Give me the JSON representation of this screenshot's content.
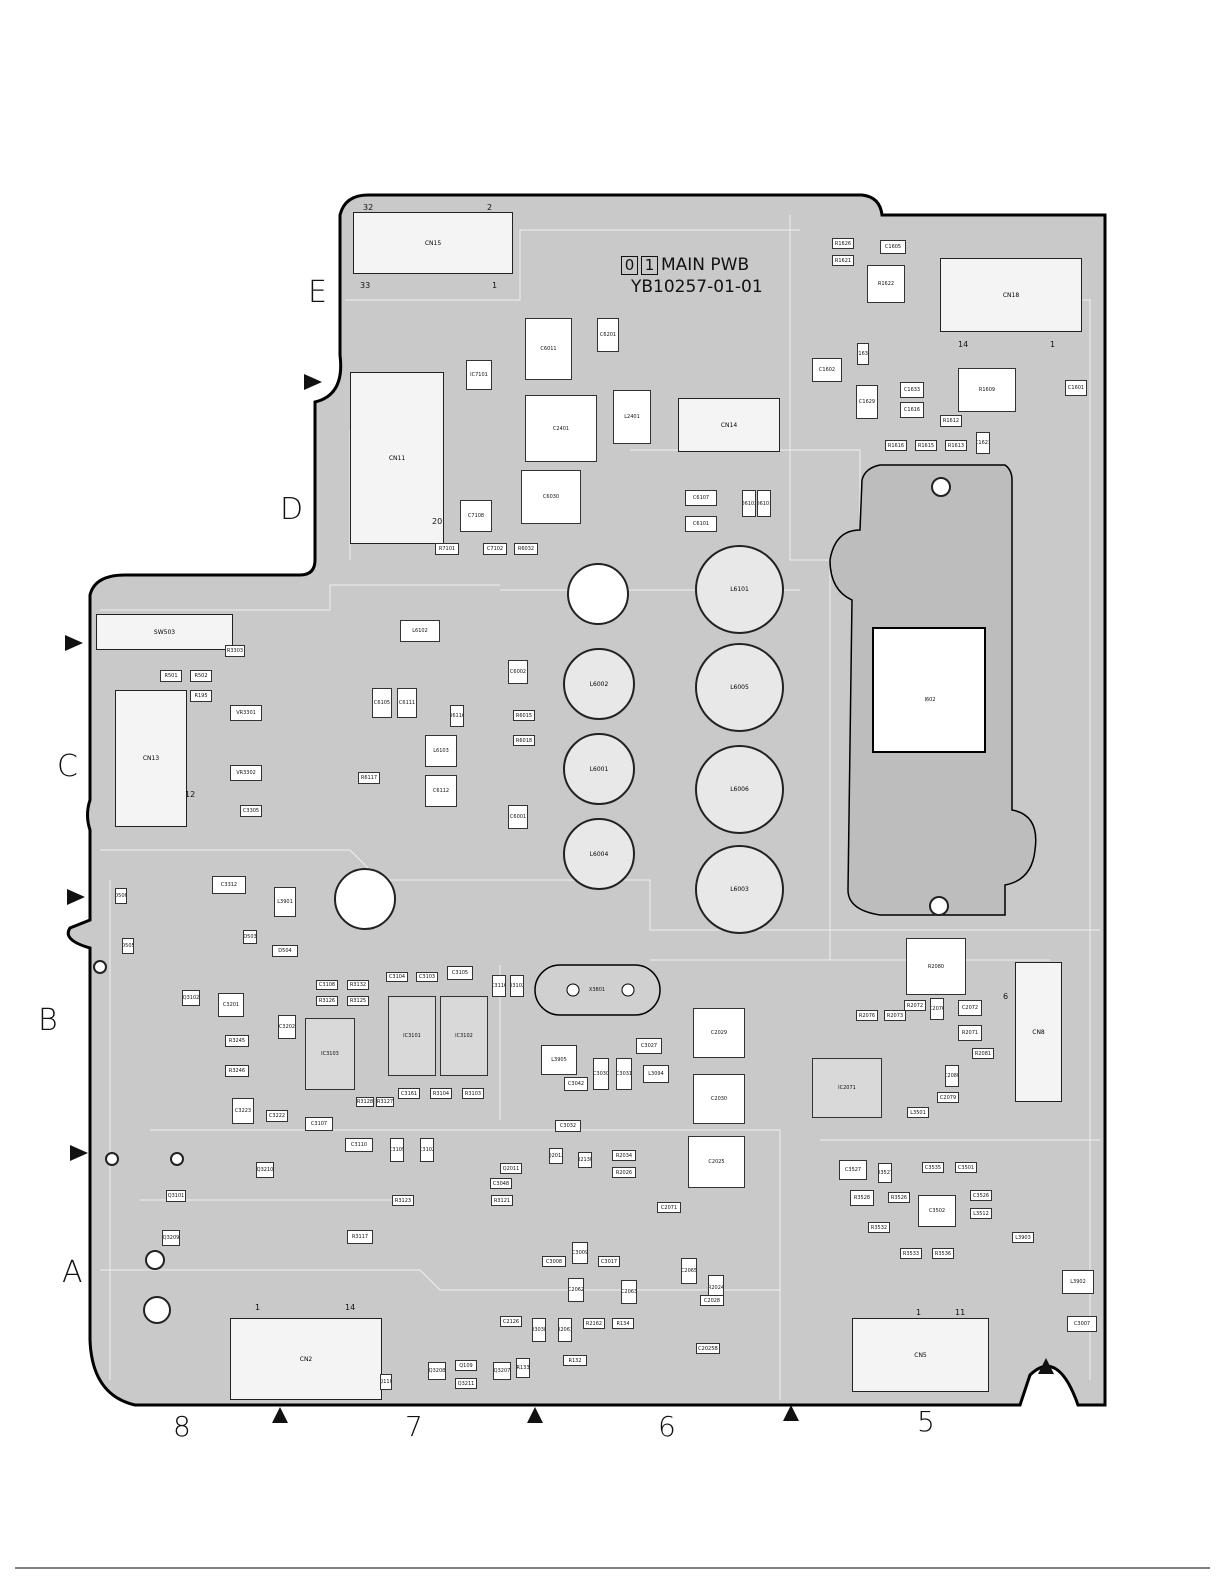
{
  "board": {
    "title_prefix_boxes": [
      "0",
      "1"
    ],
    "title": "MAIN PWB",
    "part_number": "YB10257-01-01",
    "row_labels": [
      "E",
      "D",
      "C",
      "B",
      "A"
    ],
    "column_labels": [
      "8",
      "7",
      "6",
      "5"
    ]
  },
  "connectors": {
    "cn15": "CN15",
    "cn15_pin_a": "32",
    "cn15_pin_b": "2",
    "cn15_pin_c": "33",
    "cn15_pin_d": "1",
    "cn11": "CN11",
    "cn11_pin": "20",
    "cn13": "CN13",
    "cn13_pin": "12",
    "cn14": "CN14",
    "cn18": "CN18",
    "cn18_pin_a": "14",
    "cn18_pin_b": "1",
    "cn2": "CN2",
    "cn2_pin_a": "1",
    "cn2_pin_b": "14",
    "cn5": "CN5",
    "cn5_pin_a": "1",
    "cn5_pin_b": "11",
    "cn8": "CN8",
    "cn8_pin": "6",
    "sw503": "SW503",
    "j602": "J602",
    "x3801": "X3801"
  },
  "inductors": {
    "l6002": "L6002",
    "l6001": "L6001",
    "l6004": "L6004",
    "l6101": "L6101",
    "l6005": "L6005",
    "l6006": "L6006",
    "l6003": "L6003"
  },
  "ics": {
    "ic3101": "IC3101",
    "ic3102": "IC3102",
    "ic3103": "IC3103",
    "ic2071": "IC2071",
    "ic7101": "IC7101"
  },
  "parts": [
    "C6011",
    "C6201",
    "C2401",
    "L2401",
    "C6030",
    "C7108",
    "R7101",
    "C7102",
    "R6032",
    "C6107",
    "C6101",
    "D6102",
    "D6101",
    "R1626",
    "C1605",
    "R1621",
    "R1622",
    "C1602",
    "C1632",
    "C1629",
    "C1633",
    "C1616",
    "R1609",
    "C1601",
    "R1612",
    "R1615",
    "R1616",
    "R1613",
    "C1621",
    "L6102",
    "C6105",
    "C6111",
    "L6103",
    "C6112",
    "R6116",
    "R6117",
    "C6002",
    "R6015",
    "R6018",
    "C6001",
    "R501",
    "R502",
    "R195",
    "VR3301",
    "VR3302",
    "R3303",
    "C3305",
    "C3312",
    "L3901",
    "D503",
    "D504",
    "D506",
    "D505",
    "C3201",
    "C3202",
    "R3245",
    "R3246",
    "C3223",
    "C3222",
    "C3107",
    "R3128",
    "R3127",
    "C3161",
    "R3104",
    "R3103",
    "C3108",
    "R3132",
    "R3126",
    "R3125",
    "C3104",
    "C3103",
    "C3105",
    "C3116",
    "R3102",
    "L3905",
    "C3042",
    "C3030",
    "C3031",
    "L3094",
    "C3027",
    "C2029",
    "C2030",
    "C2025",
    "C3032",
    "C3110",
    "C3109",
    "C3102",
    "R3117",
    "R3123",
    "R3121",
    "C3048",
    "Q2011",
    "Q2012",
    "R2130",
    "R2034",
    "R2026",
    "C2071",
    "R2080",
    "R2076",
    "R2073",
    "R2072",
    "C2076",
    "C2072",
    "R2071",
    "R2081",
    "C2080",
    "C2079",
    "L3501",
    "C3527",
    "R3527",
    "C3535",
    "C3501",
    "R3528",
    "R3526",
    "C3526",
    "L3512",
    "C3502",
    "R3532",
    "R3533",
    "R3536",
    "L3903",
    "L3902",
    "C3007",
    "C3008",
    "C3009",
    "C3017",
    "C2062",
    "C2063",
    "C2065",
    "R2024",
    "C2028",
    "C2025B",
    "C2126",
    "R3038",
    "R2061",
    "R2162",
    "R134",
    "R133",
    "R132",
    "Q110",
    "Q109",
    "Q3211",
    "Q3208",
    "Q3207",
    "Q3102",
    "Q3101",
    "Q3209",
    "Q3210"
  ]
}
